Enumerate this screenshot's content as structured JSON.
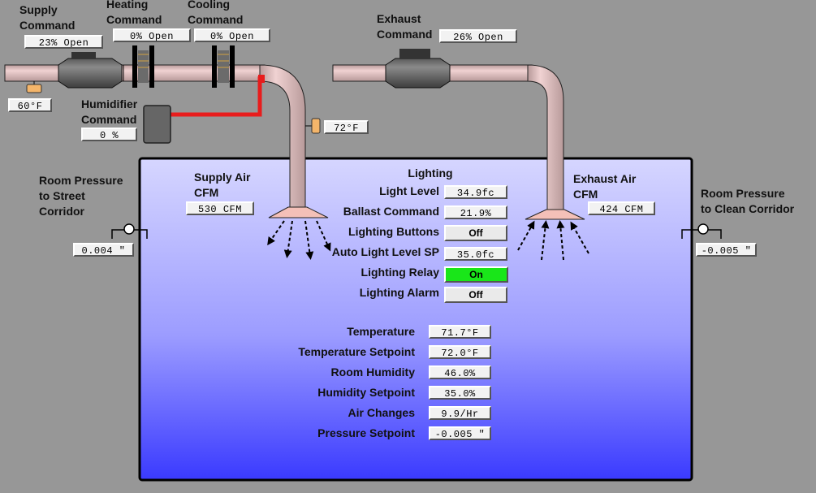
{
  "supply": {
    "command_label": "Supply\nCommand",
    "command_value": "23% Open",
    "temp_value": "60°F"
  },
  "heating": {
    "label": "Heating\nCommand",
    "value": "0% Open"
  },
  "cooling": {
    "label": "Cooling\nCommand",
    "value": "0% Open"
  },
  "humidifier": {
    "label": "Humidifier\nCommand",
    "value": "0 %"
  },
  "duct_temp": "72°F",
  "exhaust": {
    "label": "Exhaust\nCommand",
    "value": "26% Open"
  },
  "supply_air": {
    "label": "Supply Air\nCFM",
    "value": "530 CFM"
  },
  "exhaust_air": {
    "label": "Exhaust Air\nCFM",
    "value": "424 CFM"
  },
  "pressure_street": {
    "label": "Room Pressure\nto Street\nCorridor",
    "value": "0.004 \""
  },
  "pressure_clean": {
    "label": "Room Pressure\nto Clean Corridor",
    "value": "-0.005 \""
  },
  "lighting": {
    "heading": "Lighting",
    "light_level_label": "Light Level",
    "light_level_value": "34.9fc",
    "ballast_label": "Ballast Command",
    "ballast_value": "21.9%",
    "buttons_label": "Lighting Buttons",
    "buttons_value": "Off",
    "auto_sp_label": "Auto Light Level SP",
    "auto_sp_value": "35.0fc",
    "relay_label": "Lighting Relay",
    "relay_value": "On",
    "alarm_label": "Lighting Alarm",
    "alarm_value": "Off"
  },
  "room": {
    "temperature_label": "Temperature",
    "temperature_value": "71.7°F",
    "temp_setpoint_label": "Temperature Setpoint",
    "temp_setpoint_value": "72.0°F",
    "humidity_label": "Room Humidity",
    "humidity_value": "46.0%",
    "humidity_setpoint_label": "Humidity Setpoint",
    "humidity_setpoint_value": "35.0%",
    "air_changes_label": "Air Changes",
    "air_changes_value": "9.9/Hr",
    "pressure_setpoint_label": "Pressure Setpoint",
    "pressure_setpoint_value": "-0.005 \""
  },
  "colors": {
    "background": "#979797",
    "duct": "#d8b4b4",
    "humidifier_line": "#e81c1c",
    "relay_on": "#19e619",
    "room_top": "#d6d6ff",
    "room_bottom": "#3a3aff"
  }
}
